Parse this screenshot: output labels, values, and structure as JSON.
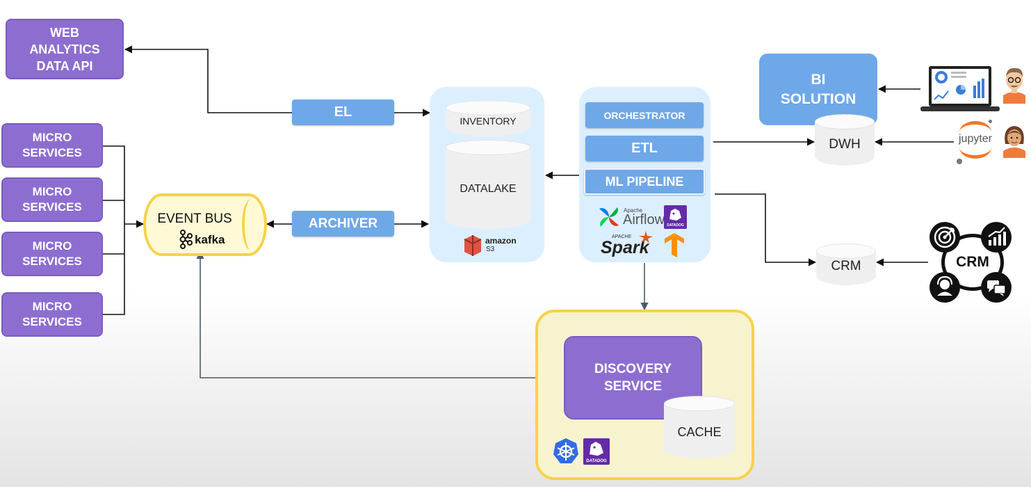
{
  "web_api": {
    "line1": "WEB",
    "line2": "ANALYTICS",
    "line3": "DATA API"
  },
  "micro_services": [
    {
      "line1": "MICRO",
      "line2": "SERVICES"
    },
    {
      "line1": "MICRO",
      "line2": "SERVICES"
    },
    {
      "line1": "MICRO",
      "line2": "SERVICES"
    },
    {
      "line1": "MICRO",
      "line2": "SERVICES"
    }
  ],
  "event_bus": {
    "label": "EVENT BUS",
    "tech": "kafka"
  },
  "el": {
    "label": "EL"
  },
  "archiver": {
    "label": "ARCHIVER"
  },
  "lake": {
    "inventory": "INVENTORY",
    "datalake": "DATALAKE",
    "amazon": "amazon",
    "s3": "S3"
  },
  "orchestration": {
    "orchestrator": "ORCHESTRATOR",
    "etl": "ETL",
    "ml": "ML PIPELINE",
    "airflow_small": "Apache",
    "airflow": "Airflow",
    "datadog": "DATADOG",
    "spark_small": "APACHE",
    "spark": "Spark"
  },
  "bi": {
    "line1": "BI",
    "line2": "SOLUTION"
  },
  "dwh": {
    "label": "DWH"
  },
  "jupyter": {
    "label": "jupyter"
  },
  "crm_db": {
    "label": "CRM"
  },
  "crm_icon": {
    "label": "CRM"
  },
  "discovery": {
    "line1": "DISCOVERY",
    "line2": "SERVICE",
    "cache": "CACHE",
    "datadog": "DATADOG"
  },
  "colors": {
    "purple": "#8d6ed0",
    "blue": "#6fa8e8",
    "panel": "#dcefff",
    "yellow": "#f7d24a",
    "cylinder": "#efefef"
  },
  "icons": [
    "kafka-icon",
    "amazon-s3-icon",
    "airflow-icon",
    "datadog-icon",
    "spark-icon",
    "tensorflow-icon",
    "laptop-dashboard-icon",
    "analyst-avatar-icon",
    "jupyter-icon",
    "data-scientist-avatar-icon",
    "target-icon",
    "growth-chart-icon",
    "support-agent-icon",
    "chat-bubbles-icon",
    "kubernetes-icon"
  ]
}
